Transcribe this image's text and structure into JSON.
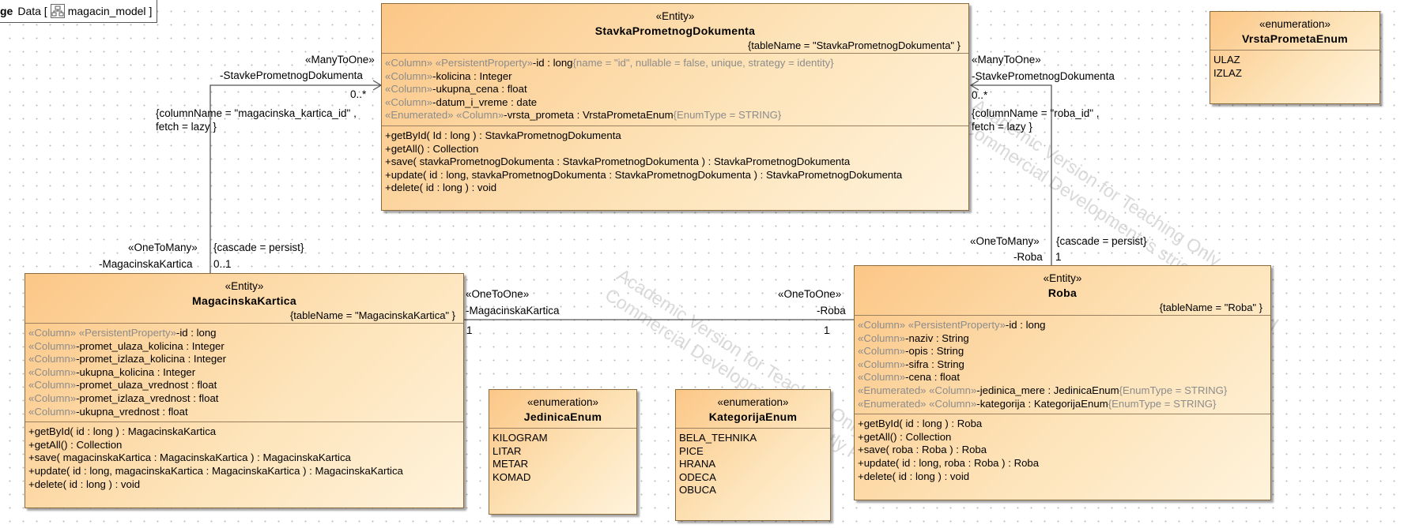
{
  "frame": {
    "keyword": "ge",
    "text": "Data [",
    "model": "magacin_model",
    "close": "]"
  },
  "watermark": {
    "line1": "Academic Version for Teaching Only",
    "line2": "Commercial Development is strictly Prohibited"
  },
  "stavka": {
    "stereotype": "«Entity»",
    "name": "StavkaPrometnogDokumenta",
    "tagged": "{tableName = \"StavkaPrometnogDokumenta\"   }",
    "attributes": [
      {
        "pre": "«Column» «PersistentProperty»",
        "main": "-id : long",
        "post": "{name = \"id\", nullable = false, unique, strategy = identity}"
      },
      {
        "pre": "«Column»",
        "main": "-kolicina : Integer",
        "post": ""
      },
      {
        "pre": "«Column»",
        "main": "-ukupna_cena : float",
        "post": ""
      },
      {
        "pre": "«Column»",
        "main": "-datum_i_vreme : date",
        "post": ""
      },
      {
        "pre": "«Enumerated» «Column»",
        "main": "-vrsta_prometa : VrstaPrometaEnum",
        "post": "{EnumType = STRING}"
      }
    ],
    "operations": [
      "+getById( Id : long ) : StavkaPrometnogDokumenta",
      "+getAll() : Collection",
      "+save( stavkaPrometnogDokumenta : StavkaPrometnogDokumenta ) : StavkaPrometnogDokumenta",
      "+update( id : long, stavkaPrometnogDokumenta : StavkaPrometnogDokumenta ) : StavkaPrometnogDokumenta",
      "+delete( id : long ) : void"
    ]
  },
  "vrsta": {
    "stereotype": "«enumeration»",
    "name": "VrstaPrometaEnum",
    "literals": [
      "ULAZ",
      "IZLAZ"
    ]
  },
  "magacinska": {
    "stereotype": "«Entity»",
    "name": "MagacinskaKartica",
    "tagged": "{tableName = \"MagacinskaKartica\"   }",
    "attributes": [
      {
        "pre": "«Column» «PersistentProperty»",
        "main": "-id : long",
        "post": ""
      },
      {
        "pre": "«Column»",
        "main": "-promet_ulaza_kolicina : Integer",
        "post": ""
      },
      {
        "pre": "«Column»",
        "main": "-promet_izlaza_kolicina : Integer",
        "post": ""
      },
      {
        "pre": "«Column»",
        "main": "-ukupna_kolicina : Integer",
        "post": ""
      },
      {
        "pre": "«Column»",
        "main": "-promet_ulaza_vrednost : float",
        "post": ""
      },
      {
        "pre": "«Column»",
        "main": "-promet_izlaza_vrednost : float",
        "post": ""
      },
      {
        "pre": "«Column»",
        "main": "-ukupna_vrednost : float",
        "post": ""
      }
    ],
    "operations": [
      "+getById( id : long ) : MagacinskaKartica",
      "+getAll() : Collection",
      "+save( magacinskaKartica : MagacinskaKartica ) : MagacinskaKartica",
      "+update( id : long, magacinskaKartica : MagacinskaKartica ) : MagacinskaKartica",
      "+delete( id : long ) : void"
    ]
  },
  "jedinica": {
    "stereotype": "«enumeration»",
    "name": "JedinicaEnum",
    "literals": [
      "KILOGRAM",
      "LITAR",
      "METAR",
      "KOMAD"
    ]
  },
  "kategorija": {
    "stereotype": "«enumeration»",
    "name": "KategorijaEnum",
    "literals": [
      "BELA_TEHNIKA",
      "PICE",
      "HRANA",
      "ODECA",
      "OBUCA"
    ]
  },
  "roba": {
    "stereotype": "«Entity»",
    "name": "Roba",
    "tagged": "{tableName = \"Roba\"  }",
    "attributes": [
      {
        "pre": "«Column» «PersistentProperty»",
        "main": "-id : long",
        "post": ""
      },
      {
        "pre": "«Column»",
        "main": "-naziv : String",
        "post": ""
      },
      {
        "pre": "«Column»",
        "main": "-opis : String",
        "post": ""
      },
      {
        "pre": "«Column»",
        "main": "-sifra : String",
        "post": ""
      },
      {
        "pre": "«Column»",
        "main": "-cena : float",
        "post": ""
      },
      {
        "pre": "«Enumerated» «Column»",
        "main": "-jedinica_mere : JedinicaEnum",
        "post": "{EnumType = STRING}"
      },
      {
        "pre": "«Enumerated» «Column»",
        "main": "-kategorija : KategorijaEnum",
        "post": "{EnumType = STRING}"
      }
    ],
    "operations": [
      "+getById( id : long ) : Roba",
      "+getAll() : Collection",
      "+save( roba : Roba ) : Roba",
      "+update( id : long, roba : Roba ) : Roba",
      "+delete( id : long ) : void"
    ]
  },
  "assoc_left": {
    "top_stereo": "«ManyToOne»",
    "top_role": "-StavkePrometnogDokumenta",
    "top_mult": "0..*",
    "constraint1": "{columnName = \"magacinska_kartica_id\"   ,",
    "constraint2": "fetch = lazy }",
    "bottom_stereo": "«OneToMany»",
    "bottom_role": "-MagacinskaKartica",
    "bottom_cascade": "{cascade = persist}",
    "bottom_mult": "0..1"
  },
  "assoc_right": {
    "top_stereo": "«ManyToOne»",
    "top_role": "-StavkePrometnogDokumenta",
    "top_mult": "0..*",
    "constraint1": "{columnName = \"roba_id\"   ,",
    "constraint2": "fetch = lazy }",
    "bottom_stereo": "«OneToMany»",
    "bottom_role": "-Roba",
    "bottom_cascade": "{cascade = persist}",
    "bottom_mult": "1"
  },
  "assoc_mid": {
    "left_stereo": "«OneToOne»",
    "left_role": "-MagacinskaKartica",
    "left_mult": "1",
    "right_stereo": "«OneToOne»",
    "right_role": "-Roba",
    "right_mult": "1"
  }
}
